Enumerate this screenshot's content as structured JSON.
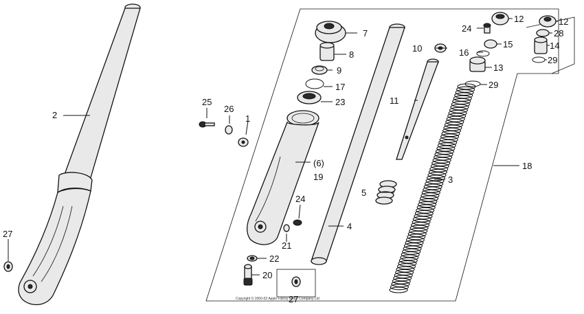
{
  "diagram": {
    "callouts": {
      "c1": "1",
      "c2": "2",
      "c3": "3",
      "c4": "4",
      "c5": "5",
      "c6": "(6)",
      "c7": "7",
      "c8": "8",
      "c9": "9",
      "c10": "10",
      "c11": "11",
      "c12a": "12",
      "c12b": "12",
      "c13": "13",
      "c14": "14",
      "c15": "15",
      "c16": "16",
      "c17": "17",
      "c18": "18",
      "c19": "19",
      "c20": "20",
      "c21": "21",
      "c22": "22",
      "c23": "23",
      "c24a": "24",
      "c24b": "24",
      "c25": "25",
      "c26": "26",
      "c27a": "27",
      "c27b": "27",
      "c28": "28",
      "c29a": "29",
      "c29b": "29"
    },
    "copyright": "Copyright © 2000-02 Apple Fitzroy Motor Company Ltd"
  }
}
